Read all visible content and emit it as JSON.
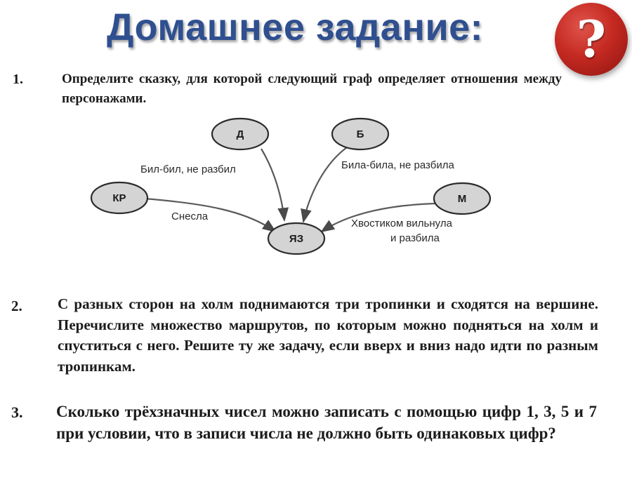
{
  "header": {
    "title": "Домашнее задание:",
    "help_symbol": "?",
    "help_icon": "question-mark-icon",
    "help_color": "#c52a22",
    "title_color": "#2f4f8f"
  },
  "tasks": [
    {
      "number": "1.",
      "text": "Определите сказку, для которой следующий граф определяет отношения между персонажами."
    },
    {
      "number": "2.",
      "text": "С разных сторон на холм поднимаются три тропинки и сходятся на вершине. Перечислите множество маршрутов, по которым можно подняться на холм и спуститься с него. Решите ту же задачу, если вверх и вниз надо идти по разным тропинкам."
    },
    {
      "number": "3.",
      "text": "Сколько трёхзначных чисел можно записать с помощью цифр 1, 3, 5 и 7 при условии, что в записи числа не должно быть одинаковых цифр?"
    }
  ],
  "graph": {
    "nodes": {
      "d": "Д",
      "b": "Б",
      "kr": "КР",
      "m": "М",
      "yaz": "ЯЗ"
    },
    "edges": {
      "d_yaz": "Бил-бил, не разбил",
      "b_yaz": "Била-била, не разбила",
      "kr_yaz": "Снесла",
      "m_yaz_line1": "Хвостиком вильнула",
      "m_yaz_line2": "и разбила"
    }
  }
}
